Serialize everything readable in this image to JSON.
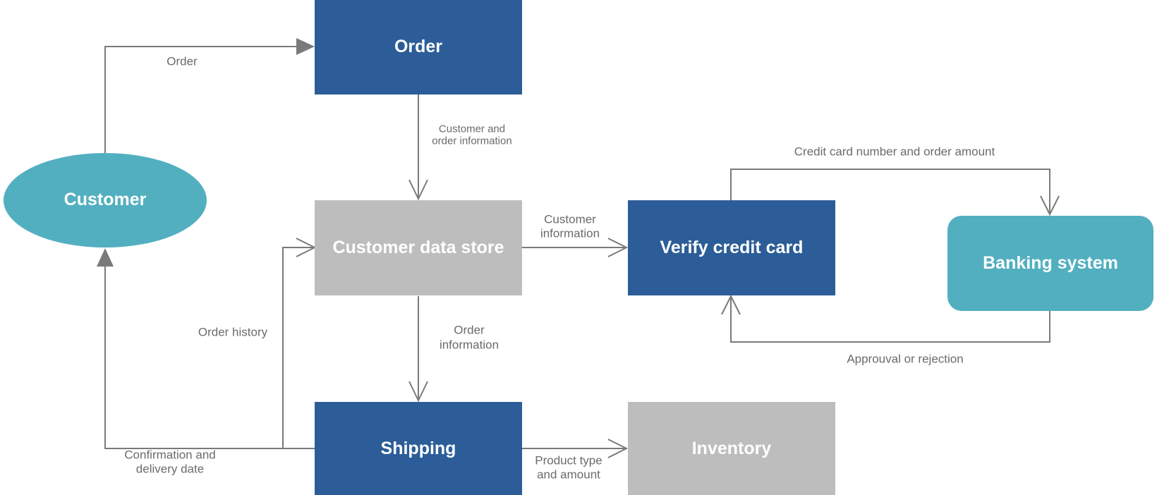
{
  "colors": {
    "process_blue": "#2c5d98",
    "store_gray": "#bcbdbc",
    "external_teal": "#52afc0",
    "line_gray": "#7a7a7a",
    "label_gray": "#6b6b6b"
  },
  "nodes": {
    "order": {
      "label": "Order"
    },
    "customer": {
      "label": "Customer"
    },
    "customer_data_store": {
      "label": "Customer data store"
    },
    "verify_credit_card": {
      "label": "Verify credit card"
    },
    "banking_system": {
      "label": "Banking system"
    },
    "shipping": {
      "label": "Shipping"
    },
    "inventory": {
      "label": "Inventory"
    }
  },
  "edges": {
    "customer_to_order": {
      "label": "Order"
    },
    "order_to_store": {
      "line1": "Customer and",
      "line2": "order information"
    },
    "store_to_verify": {
      "line1": "Customer",
      "line2": "information"
    },
    "verify_to_bank": {
      "label": "Credit card number and order amount"
    },
    "bank_to_verify": {
      "label": "Approuval or rejection"
    },
    "store_to_shipping": {
      "line1": "Order",
      "line2": "information"
    },
    "shipping_to_store": {
      "label": "Order history"
    },
    "shipping_to_customer": {
      "line1": "Confirmation and",
      "line2": "delivery date"
    },
    "shipping_to_inventory": {
      "line1": "Product type",
      "line2": "and amount"
    }
  }
}
